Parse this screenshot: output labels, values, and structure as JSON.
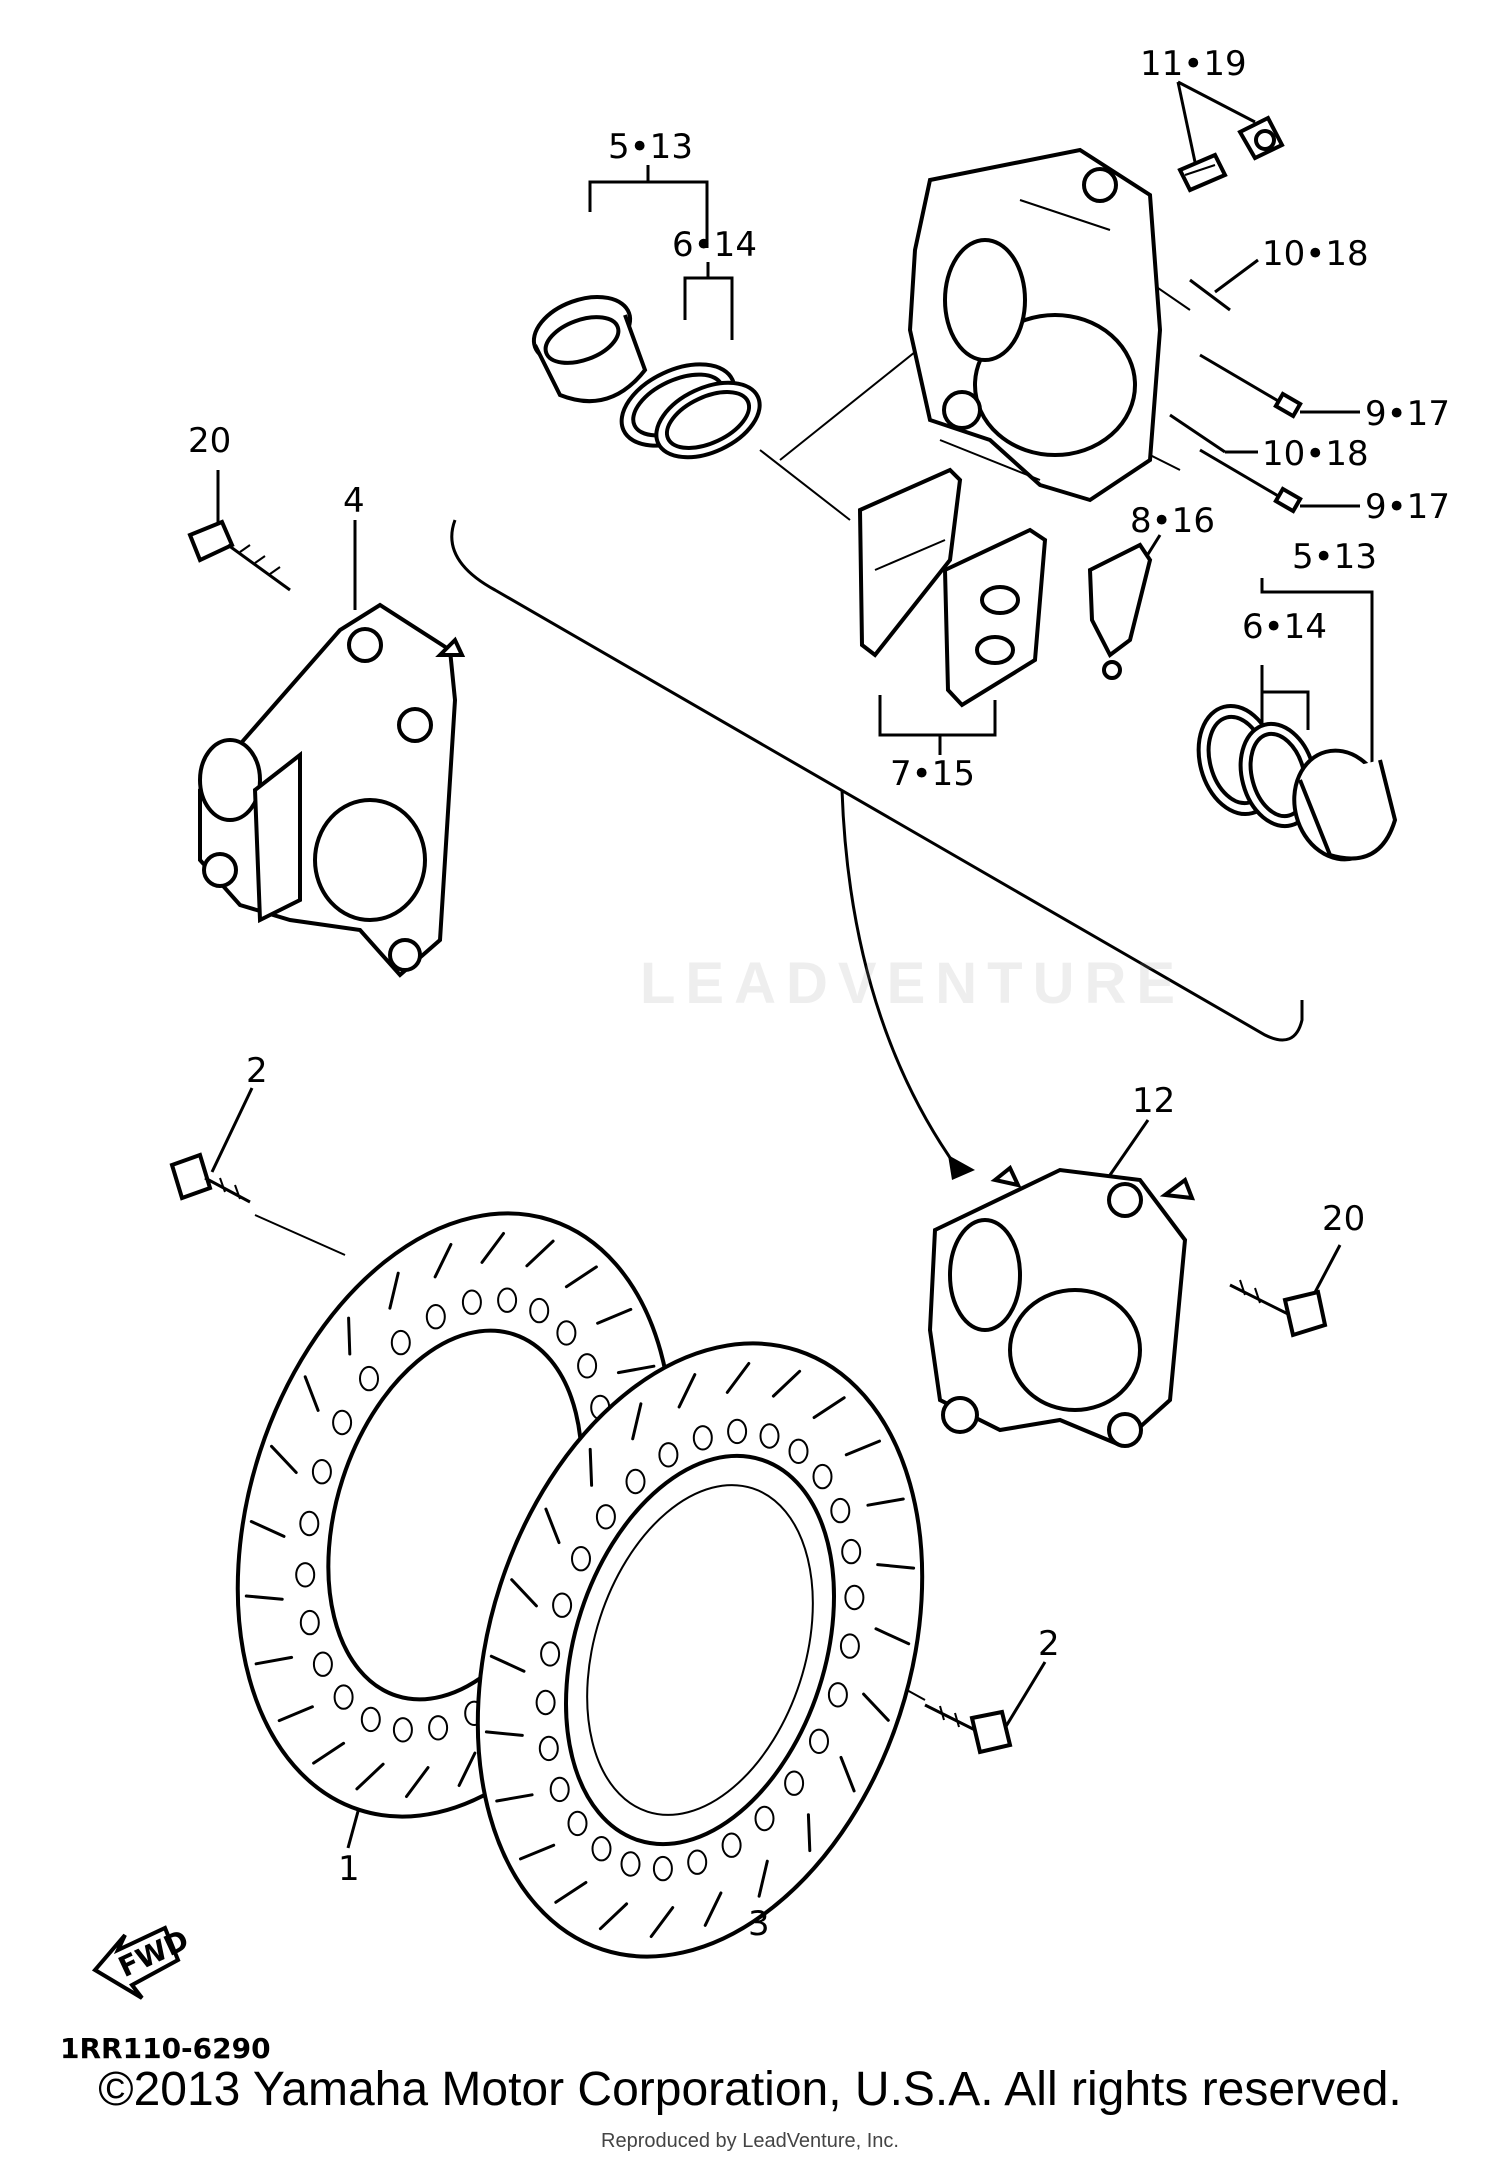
{
  "labels": {
    "l_11_19": "11•19",
    "l_5_13_top": "5•13",
    "l_6_14_top": "6•14",
    "l_10_18_a": "10•18",
    "l_9_17_a": "9•17",
    "l_10_18_b": "10•18",
    "l_9_17_b": "9•17",
    "l_8_16": "8•16",
    "l_5_13_right": "5•13",
    "l_6_14_right": "6•14",
    "l_7_15": "7•15",
    "l_20_left": "20",
    "l_4": "4",
    "l_2_top": "2",
    "l_12": "12",
    "l_20_right": "20",
    "l_2_bottom": "2",
    "l_1": "1",
    "l_3": "3"
  },
  "fwd_label": "FWD",
  "diagram_code": "1RR110-6290",
  "watermark": "LEADVENTURE",
  "copyright": "©2013 Yamaha Motor Corporation, U.S.A. All rights reserved.",
  "reproduced_by": "Reproduced by LeadVenture, Inc."
}
